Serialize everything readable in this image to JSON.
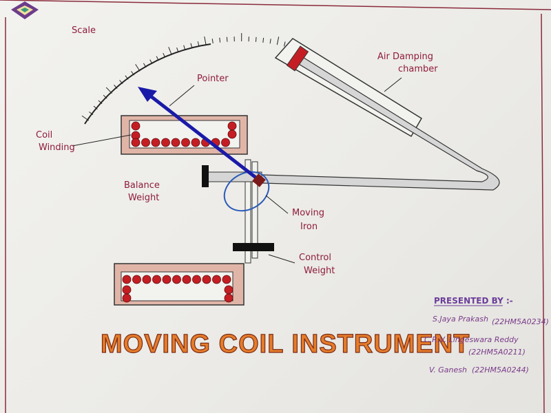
{
  "title": "MOVING COIL INSTRUMENT",
  "labels": {
    "scale": "Scale",
    "pointer": "Pointer",
    "air_damping_line1": "Air Damping",
    "air_damping_line2": "chamber",
    "coil_line1": "Coil",
    "coil_line2": "Winding",
    "balance_line1": "Balance",
    "balance_line2": "Weight",
    "moving_line1": "Moving",
    "moving_line2": "Iron",
    "control_line1": "Control",
    "control_line2": "Weight"
  },
  "presenters": {
    "heading": "PRESENTED BY :-",
    "p1_name": "S.Jaya Prakash",
    "p1_id": "(22HM5A0234)",
    "p2_name": "C.R.V. Lingeswara Reddy",
    "p2_id": "(22HM5A0211)",
    "p3_name": "V. Ganesh",
    "p3_id": "(22HM5A0244)"
  },
  "colors": {
    "label": "#8e1b3a",
    "title_fill": "#e57c2a",
    "pointer": "#1a1aa8",
    "coil_dot": "#c41e24",
    "frame": "#e0b5a8",
    "presenter": "#7a3a8a"
  }
}
